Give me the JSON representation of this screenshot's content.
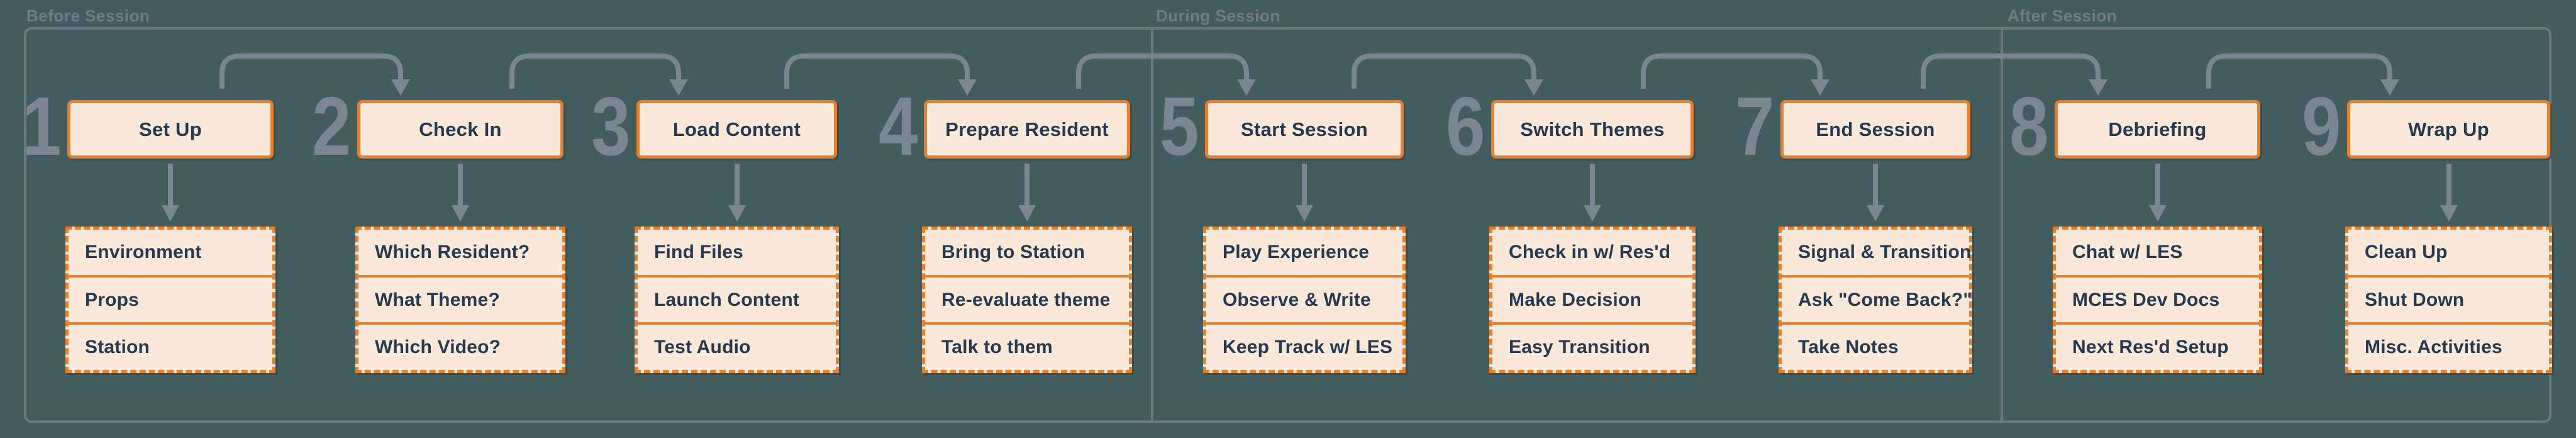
{
  "diagram": {
    "sections": [
      {
        "label": "Before Session"
      },
      {
        "label": "During Session"
      },
      {
        "label": "After Session"
      }
    ],
    "steps": [
      {
        "number": "1",
        "title": "Set Up",
        "items": [
          "Environment",
          "Props",
          "Station"
        ]
      },
      {
        "number": "2",
        "title": "Check In",
        "items": [
          "Which Resident?",
          "What Theme?",
          "Which Video?"
        ]
      },
      {
        "number": "3",
        "title": "Load Content",
        "items": [
          "Find Files",
          "Launch Content",
          "Test Audio"
        ]
      },
      {
        "number": "4",
        "title": "Prepare Resident",
        "items": [
          "Bring to Station",
          "Re-evaluate theme",
          "Talk to them"
        ]
      },
      {
        "number": "5",
        "title": "Start Session",
        "items": [
          "Play Experience",
          "Observe & Write",
          "Keep Track w/ LES"
        ]
      },
      {
        "number": "6",
        "title": "Switch Themes",
        "items": [
          "Check in w/ Res'd",
          "Make Decision",
          "Easy Transition"
        ]
      },
      {
        "number": "7",
        "title": "End Session",
        "items": [
          "Signal & Transition",
          "Ask \"Come Back?\"",
          "Take Notes"
        ]
      },
      {
        "number": "8",
        "title": "Debriefing",
        "items": [
          "Chat w/ LES",
          "MCES Dev Docs",
          "Next Res'd Setup"
        ]
      },
      {
        "number": "9",
        "title": "Wrap Up",
        "items": [
          "Clean Up",
          "Shut Down",
          "Misc. Activities"
        ]
      }
    ],
    "colors": {
      "background": "#435D5C",
      "box_border_orange": "#E6802E",
      "box_fill_peach": "#FAE8D9",
      "text_navy": "#263950",
      "frame_gray": "#6A7884",
      "number_arrow_gray": "#7A8692",
      "section_label_gray": "#6F7D8A"
    }
  }
}
